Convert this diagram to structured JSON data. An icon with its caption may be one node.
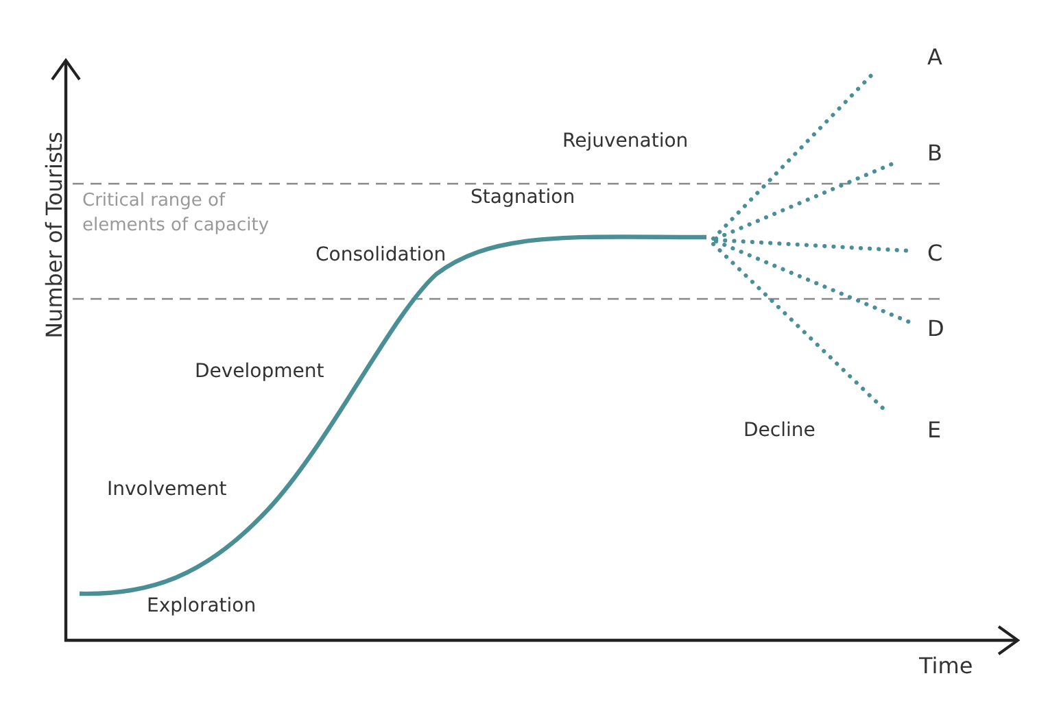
{
  "diagram": {
    "labels": [
      "Number of Tourists",
      "A",
      "Rejuvenation",
      "B",
      "Critical range of elements of capacity",
      "Stagnation",
      "Consolidation",
      "C",
      "D",
      "Development",
      "Decline",
      "E",
      "Involvement",
      "Exploration",
      "Time"
    ]
  }
}
